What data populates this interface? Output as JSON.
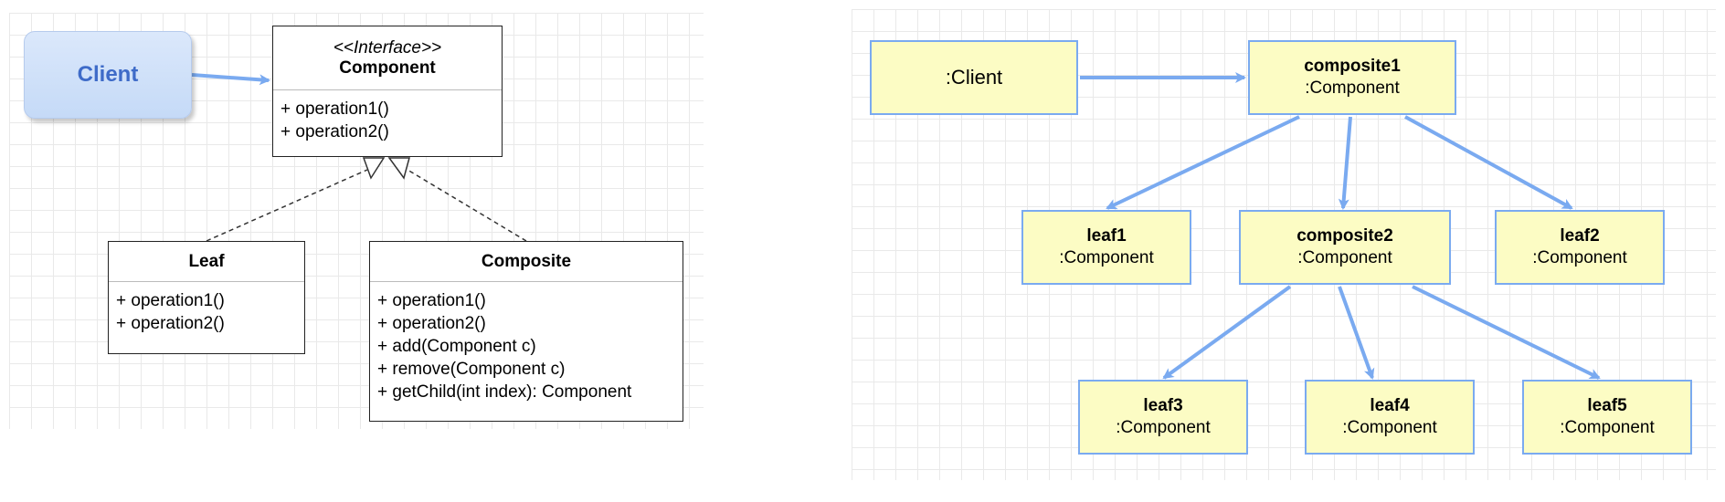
{
  "uml_diagram": {
    "client_label": "Client",
    "component": {
      "stereotype": "<<Interface>>",
      "name": "Component",
      "operations": [
        "+ operation1()",
        "+ operation2()"
      ]
    },
    "leaf": {
      "name": "Leaf",
      "operations": [
        "+ operation1()",
        "+ operation2()"
      ]
    },
    "composite": {
      "name": "Composite",
      "operations": [
        "+ operation1()",
        "+ operation2()",
        "+ add(Component c)",
        "+ remove(Component c)",
        "+ getChild(int index): Component"
      ]
    }
  },
  "object_diagram": {
    "client": ":Client",
    "composite1": {
      "name": "composite1",
      "type": ":Component"
    },
    "leaf1": {
      "name": "leaf1",
      "type": ":Component"
    },
    "composite2": {
      "name": "composite2",
      "type": ":Component"
    },
    "leaf2": {
      "name": "leaf2",
      "type": ":Component"
    },
    "leaf3": {
      "name": "leaf3",
      "type": ":Component"
    },
    "leaf4": {
      "name": "leaf4",
      "type": ":Component"
    },
    "leaf5": {
      "name": "leaf5",
      "type": ":Component"
    }
  },
  "colors": {
    "arrow": "#7aaaf0",
    "object_fill": "#fcfcc4",
    "client_text": "#3e6bc8"
  }
}
